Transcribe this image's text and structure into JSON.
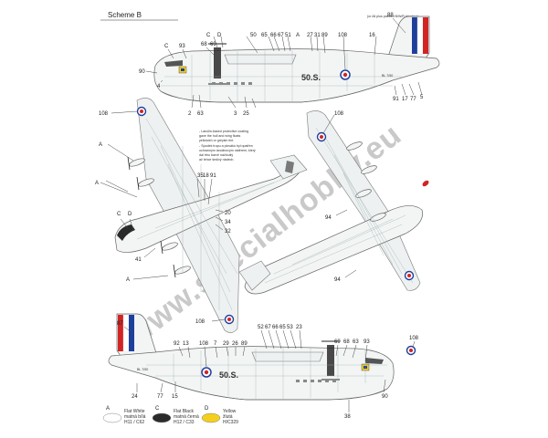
{
  "title": "Scheme B",
  "note_top": "(or All plus painted B/W/R tricolour)",
  "fuselage_code": "50.S.",
  "serial": "BL 7/50",
  "watermark": "www.specialhobby.eu",
  "annotation_lines": [
    "- Lanolin-based protective coating",
    "gave the hull and wing floats",
    "yellowish or greyish tint.",
    "- Spodek trupu a plovákú byl opatřen",
    "ochranným lanolinovým nátěrem, který",
    "dal trhu barvě nažloutlý",
    "až lehce šedivý nádech."
  ],
  "callouts": {
    "top_profile": [
      "C",
      "93",
      "68",
      "69",
      "C",
      "D",
      "50",
      "65",
      "66",
      "67",
      "51",
      "A",
      "27",
      "31",
      "89",
      "108",
      "16",
      "88",
      "90",
      "4",
      "2",
      "63",
      "3",
      "25",
      "91",
      "17",
      "77",
      "5"
    ],
    "upper_plan": [
      "108",
      "A",
      "A",
      "D",
      "C",
      "35",
      "18",
      "91",
      "20",
      "34",
      "32",
      "41",
      "A",
      "108"
    ],
    "lower_plan": [
      "108",
      "94",
      "94"
    ],
    "bottom_profile": [
      "87",
      "92",
      "13",
      "108",
      "7",
      "29",
      "26",
      "89",
      "52",
      "67",
      "66",
      "65",
      "53",
      "23",
      "69",
      "68",
      "63",
      "93",
      "108",
      "24",
      "77",
      "15",
      "90",
      "38"
    ]
  },
  "legend": [
    {
      "letter": "A",
      "name_en": "Flat White",
      "name_cz": "matná bílá",
      "code": "H11 / C62",
      "color": "#ffffff"
    },
    {
      "letter": "C",
      "name_en": "Flat Black",
      "name_cz": "matná černá",
      "code": "H12 / C33",
      "color": "#2b2b2b"
    },
    {
      "letter": "D",
      "name_en": "Yellow",
      "name_cz": "žlutá",
      "code": "H/C329",
      "color": "#f4cf1e"
    }
  ],
  "colors": {
    "tricolour_blue": "#1f3f9c",
    "tricolour_white": "#ffffff",
    "tricolour_red": "#d32424",
    "panel_line": "#9aaaaa"
  }
}
